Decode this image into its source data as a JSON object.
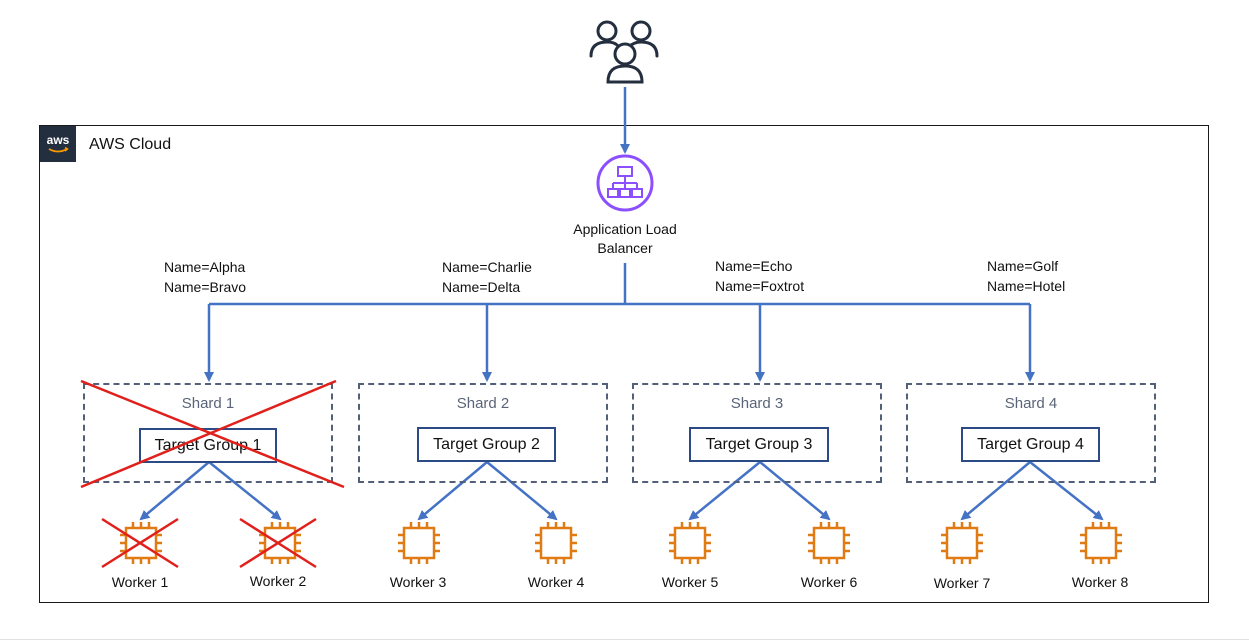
{
  "cloud": {
    "label": "AWS Cloud",
    "logo_text": "aws"
  },
  "load_balancer": {
    "label_line1": "Application Load",
    "label_line2": "Balancer"
  },
  "routing_rules": [
    {
      "line1": "Name=Alpha",
      "line2": "Name=Bravo"
    },
    {
      "line1": "Name=Charlie",
      "line2": "Name=Delta"
    },
    {
      "line1": "Name=Echo",
      "line2": "Name=Foxtrot"
    },
    {
      "line1": "Name=Golf",
      "line2": "Name=Hotel"
    }
  ],
  "shards": [
    {
      "label": "Shard 1",
      "target_group": "Target Group 1",
      "failed": true
    },
    {
      "label": "Shard 2",
      "target_group": "Target Group 2",
      "failed": false
    },
    {
      "label": "Shard 3",
      "target_group": "Target Group 3",
      "failed": false
    },
    {
      "label": "Shard 4",
      "target_group": "Target Group 4",
      "failed": false
    }
  ],
  "workers": [
    {
      "label": "Worker 1",
      "failed": true
    },
    {
      "label": "Worker 2",
      "failed": true
    },
    {
      "label": "Worker 3",
      "failed": false
    },
    {
      "label": "Worker 4",
      "failed": false
    },
    {
      "label": "Worker 5",
      "failed": false
    },
    {
      "label": "Worker 6",
      "failed": false
    },
    {
      "label": "Worker 7",
      "failed": false
    },
    {
      "label": "Worker 8",
      "failed": false
    }
  ],
  "colors": {
    "arrow": "#4472c4",
    "failure_cross": "#e0201b",
    "ec2_orange": "#e07b14",
    "alb_purple": "#8c4fff",
    "shard_border": "#53607a",
    "target_group_border": "#2b4a86",
    "aws_logo_bg": "#232f3e"
  },
  "icons": {
    "users": "users-icon",
    "load_balancer": "load-balancer-icon",
    "worker": "ec2-instance-icon",
    "aws_logo": "aws-logo-icon"
  }
}
